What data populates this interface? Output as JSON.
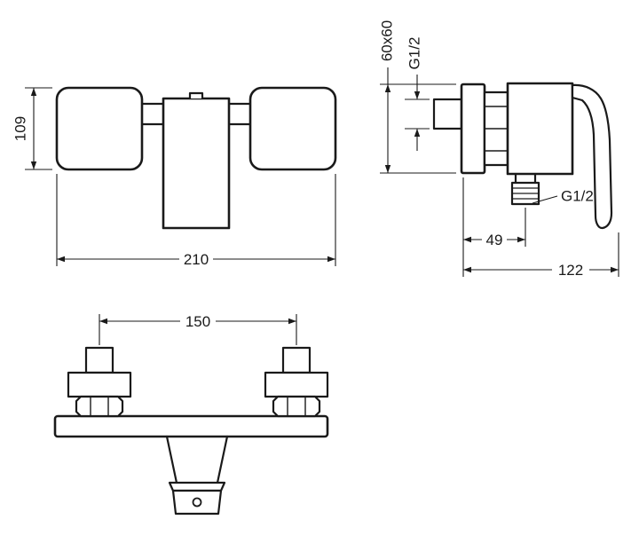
{
  "page": {
    "background": "#ffffff",
    "line_color": "#1a1a1a"
  },
  "drawing": {
    "views": {
      "front": {
        "height_label": "109",
        "width_label": "210"
      },
      "side": {
        "flange_label": "60x60",
        "inlet_thread_label": "G1/2",
        "outlet_thread_label": "G1/2",
        "wall_to_outlet_label": "49",
        "depth_label": "122"
      },
      "bottom": {
        "centers_label": "150"
      }
    }
  }
}
